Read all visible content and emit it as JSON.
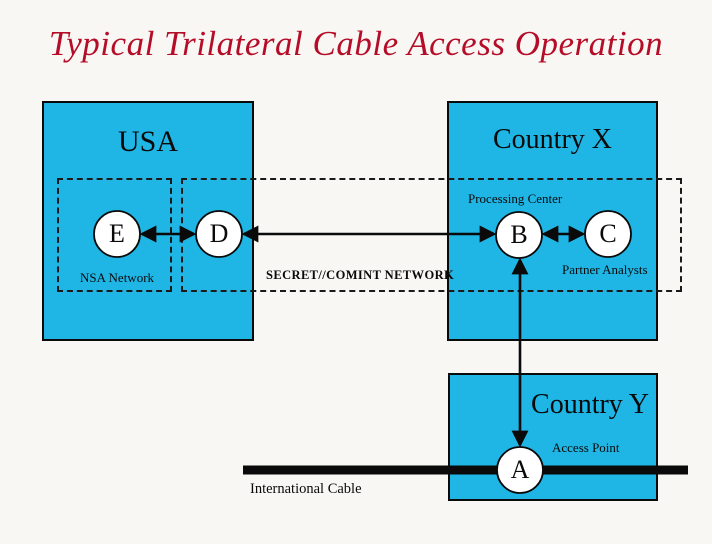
{
  "title": "Typical Trilateral Cable Access Operation",
  "colors": {
    "background": "#f8f7f4",
    "box_fill": "#1fb6e6",
    "title_text": "#b50d28",
    "ink": "#0a0a0a"
  },
  "regions": {
    "usa": {
      "label": "USA"
    },
    "country_x": {
      "label": "Country X"
    },
    "country_y": {
      "label": "Country Y"
    }
  },
  "labels": {
    "nsa_network": "NSA Network",
    "secret_comint": "SECRET//COMINT NETWORK",
    "processing_center": "Processing Center",
    "partner_analysts": "Partner Analysts",
    "access_point": "Access Point",
    "international_cable": "International Cable"
  },
  "nodes": {
    "e": "E",
    "d": "D",
    "b": "B",
    "c": "C",
    "a": "A"
  }
}
